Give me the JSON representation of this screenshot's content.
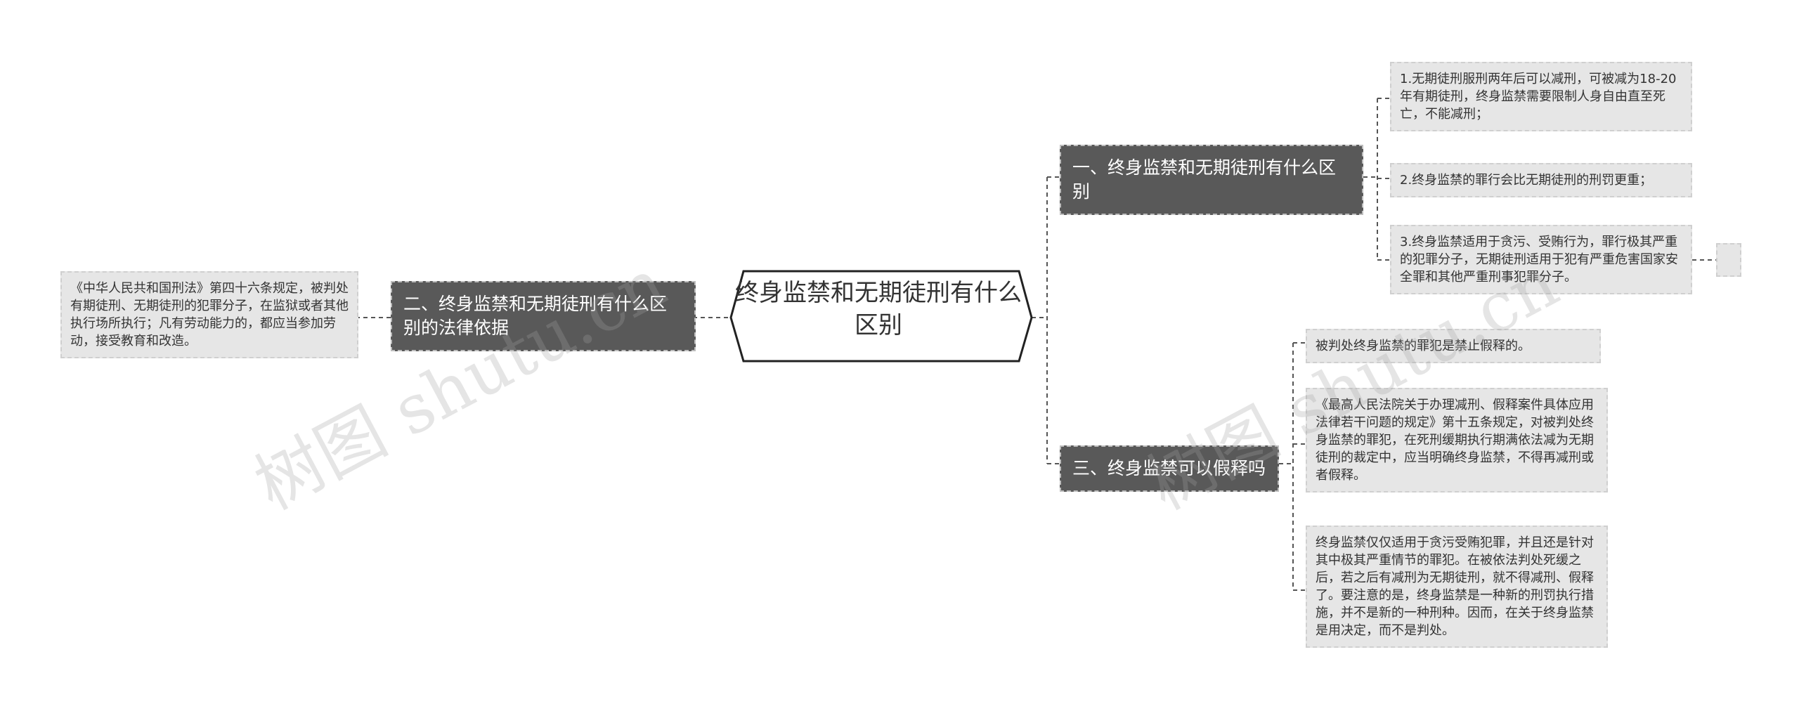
{
  "root": {
    "title": "终身监禁和无期徒刑有什么区别"
  },
  "branches": [
    {
      "label": "一、终身监禁和无期徒刑有什么区别",
      "children": [
        "1.无期徒刑服刑两年后可以减刑，可被减为18-20年有期徒刑，终身监禁需要限制人身自由直至死亡，不能减刑；",
        "2.终身监禁的罪行会比无期徒刑的刑罚更重；",
        "3.终身监禁适用于贪污、受贿行为，罪行极其严重的犯罪分子，无期徒刑适用于犯有严重危害国家安全罪和其他严重刑事犯罪分子。"
      ]
    },
    {
      "label": "三、终身监禁可以假释吗",
      "children": [
        "被判处终身监禁的罪犯是禁止假释的。",
        "《最高人民法院关于办理减刑、假释案件具体应用法律若干问题的规定》第十五条规定，对被判处终身监禁的罪犯，在死刑缓期执行期满依法减为无期徒刑的裁定中，应当明确终身监禁，不得再减刑或者假释。",
        "终身监禁仅仅适用于贪污受贿犯罪，并且还是针对其中极其严重情节的罪犯。在被依法判处死缓之后，若之后有减刑为无期徒刑，就不得减刑、假释了。要注意的是，终身监禁是一种新的刑罚执行措施，并不是新的一种刑种。因而，在关于终身监禁是用决定，而不是判处。"
      ]
    },
    {
      "label": "二、终身监禁和无期徒刑有什么区别的法律依据",
      "children": [
        "《中华人民共和国刑法》第四十六条规定，被判处有期徒刑、无期徒刑的犯罪分子，在监狱或者其他执行场所执行；凡有劳动能力的，都应当参加劳动，接受教育和改造。"
      ]
    }
  ],
  "watermark": "树图 shutu.cn",
  "colors": {
    "topic_bg": "#595959",
    "leaf_bg": "#e6e6e6",
    "line": "#555555"
  }
}
